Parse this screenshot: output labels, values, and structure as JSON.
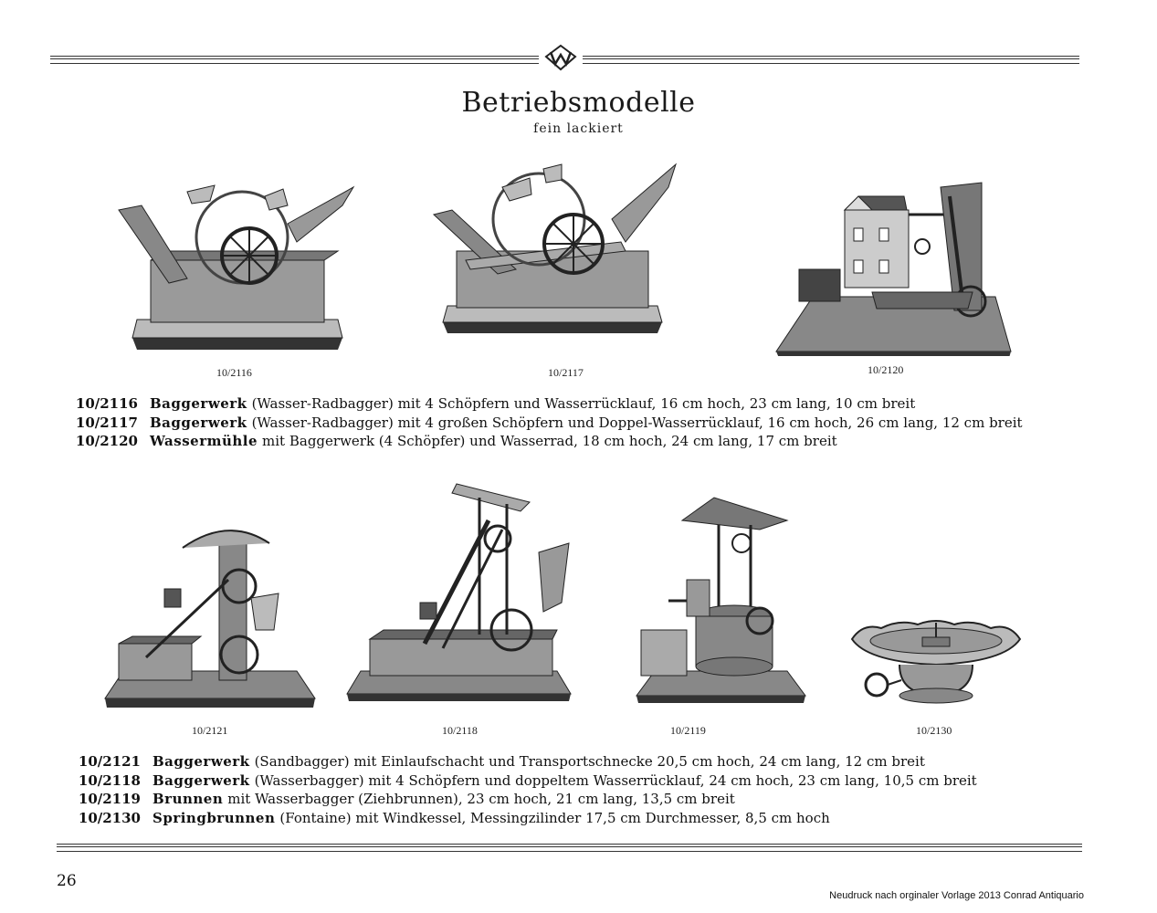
{
  "header": {
    "title": "Betriebsmodelle",
    "subtitle": "fein lackiert"
  },
  "figures_top": [
    {
      "caption": "10/2116"
    },
    {
      "caption": "10/2117"
    },
    {
      "caption": "10/2120"
    }
  ],
  "figures_bottom": [
    {
      "caption": "10/2121"
    },
    {
      "caption": "10/2118"
    },
    {
      "caption": "10/2119"
    },
    {
      "caption": "10/2130"
    }
  ],
  "items_top": [
    {
      "num": "10/2116",
      "name": "Baggerwerk",
      "text": "(Wasser-Radbagger) mit 4 Schöpfern und Wasserrücklauf, 16 cm hoch, 23 cm lang, 10 cm breit"
    },
    {
      "num": "10/2117",
      "name": "Baggerwerk",
      "text": "(Wasser-Radbagger) mit 4 großen Schöpfern und Doppel-Wasserrücklauf, 16 cm hoch, 26 cm lang, 12 cm breit"
    },
    {
      "num": "10/2120",
      "name": "Wassermühle",
      "text": "mit Baggerwerk (4 Schöpfer) und Wasserrad, 18 cm hoch, 24 cm lang, 17 cm breit"
    }
  ],
  "items_bottom": [
    {
      "num": "10/2121",
      "name": "Baggerwerk",
      "text": "(Sandbagger) mit Einlaufschacht und Transportschnecke 20,5 cm hoch, 24 cm lang, 12 cm breit"
    },
    {
      "num": "10/2118",
      "name": "Baggerwerk",
      "text": "(Wasserbagger) mit 4 Schöpfern und doppeltem Wasserrücklauf, 24 cm hoch, 23 cm lang, 10,5 cm breit"
    },
    {
      "num": "10/2119",
      "name": "Brunnen",
      "text": "mit Wasserbagger (Ziehbrunnen), 23 cm hoch, 21 cm lang, 13,5 cm breit"
    },
    {
      "num": "10/2130",
      "name": "Springbrunnen",
      "text": "(Fontaine) mit Windkessel, Messingzilinder 17,5 cm Durchmesser, 8,5 cm hoch"
    }
  ],
  "footer": {
    "page_number": "26",
    "credit": "Neudruck nach orginaler Vorlage 2013 Conrad Antiquario"
  }
}
